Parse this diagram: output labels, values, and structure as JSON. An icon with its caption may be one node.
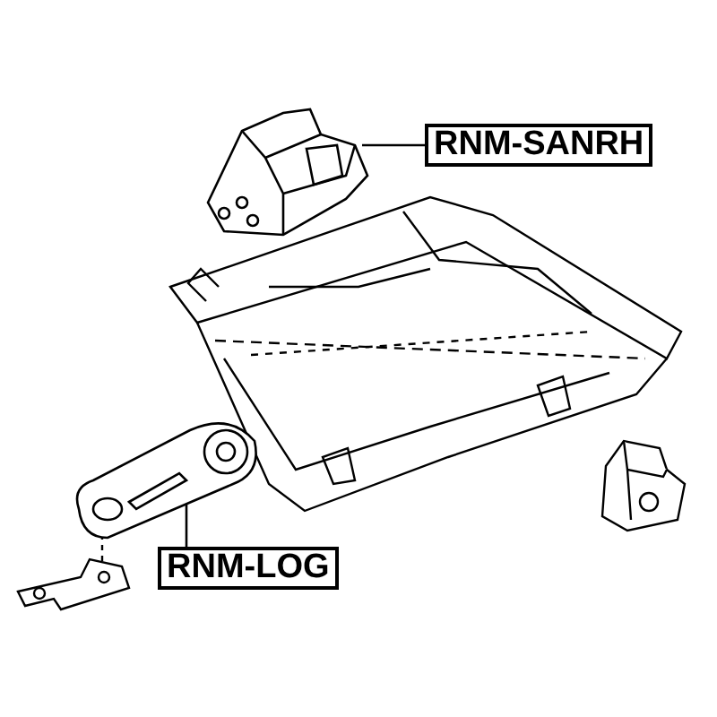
{
  "diagram": {
    "nodes": [
      {
        "text": [
          "RNM-SANRH"
        ]
      },
      {
        "text": [],
        "shape": "picture"
      },
      {
        "text": [
          "RNM-LOG"
        ]
      },
      {
        "text": [],
        "shape": "picture"
      }
    ],
    "edges": [
      {
        "from": 0,
        "to": 1,
        "arrow": "none"
      },
      {
        "from": 2,
        "to": 3,
        "arrow": "none"
      }
    ]
  }
}
